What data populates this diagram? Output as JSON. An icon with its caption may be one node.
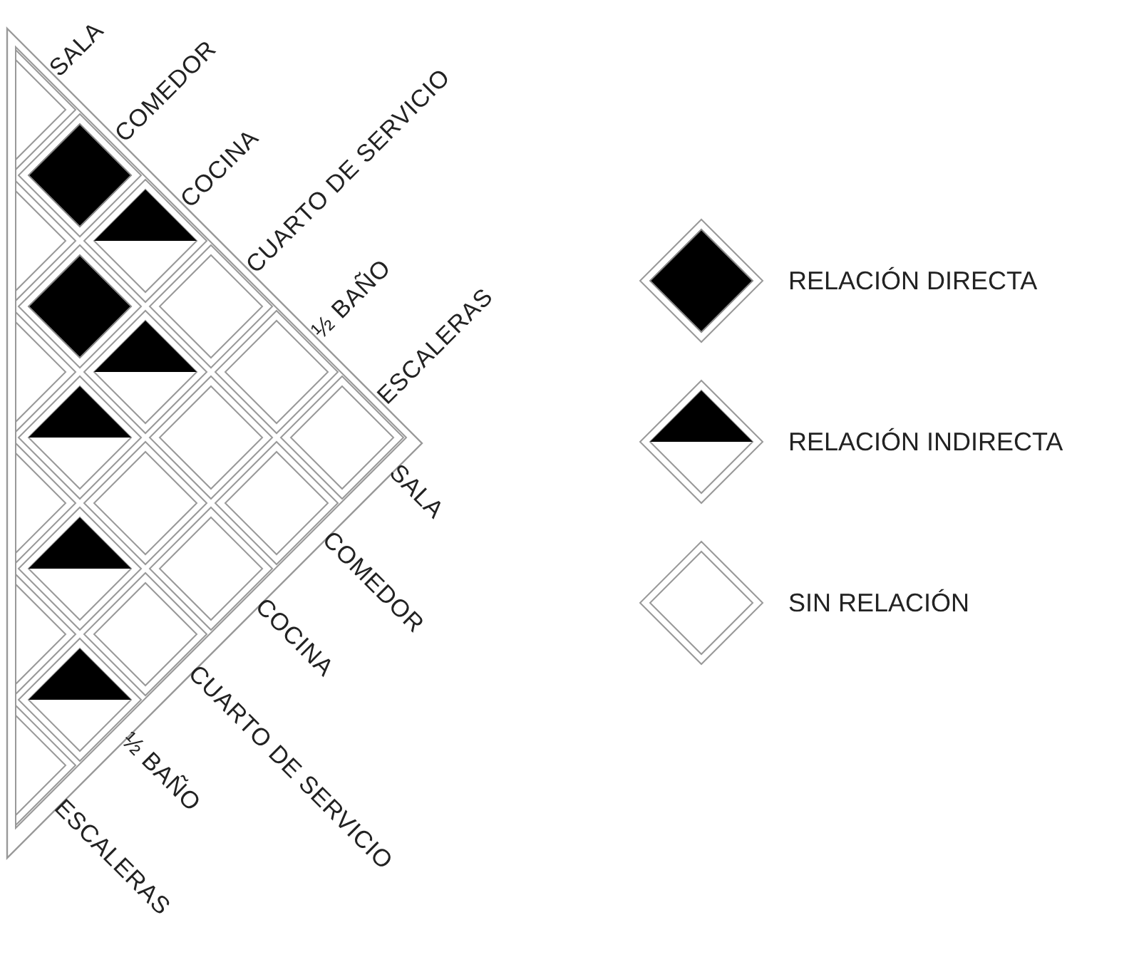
{
  "diagram": {
    "nodes": [
      {
        "text": [],
        "shape": "diamond"
      },
      {
        "text": [],
        "shape": "diamond"
      },
      {
        "text": [],
        "shape": "diamond"
      },
      {
        "text": [],
        "shape": "diamond"
      },
      {
        "text": [],
        "shape": "diamond"
      },
      {
        "text": [],
        "shape": "diamond"
      },
      {
        "text": [],
        "shape": "diamond"
      },
      {
        "text": [],
        "shape": "diamond"
      },
      {
        "text": [],
        "shape": "diamond"
      },
      {
        "text": [],
        "shape": "diamond"
      },
      {
        "text": [],
        "shape": "diamond"
      },
      {
        "text": [],
        "shape": "diamond"
      },
      {
        "text": [],
        "shape": "diamond"
      },
      {
        "text": [],
        "shape": "diamond"
      },
      {
        "text": [],
        "shape": "diamond"
      }
    ],
    "labels": [
      "SALA",
      "COMEDOR",
      "COCINA",
      "CUARTO DE SERVICIO",
      "½ BAÑO",
      "ESCALERAS",
      "SALA",
      "COMEDOR",
      "COCINA",
      "CUARTO DE SERVICIO",
      "½ BAÑO",
      "ESCALERAS"
    ],
    "legend": [
      {
        "text": "RELACIÓN DIRECTA"
      },
      {
        "text": "RELACIÓN INDIRECTA"
      },
      {
        "text": "SIN RELACIÓN"
      }
    ]
  }
}
